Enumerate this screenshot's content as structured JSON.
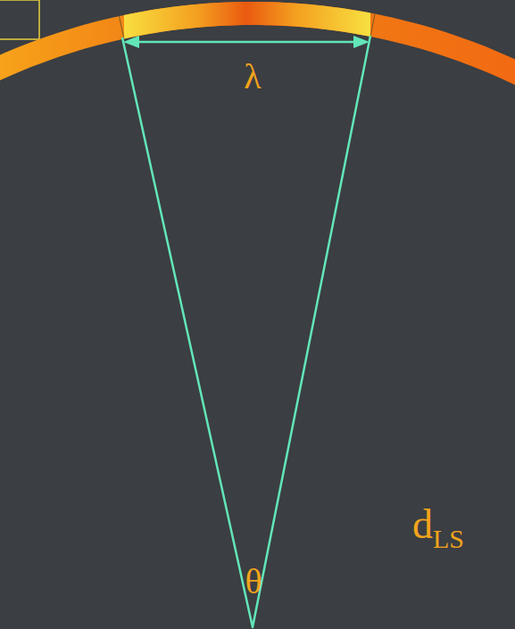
{
  "diagram": {
    "labels": [
      "λ",
      "d",
      "LS",
      "θ"
    ]
  }
}
